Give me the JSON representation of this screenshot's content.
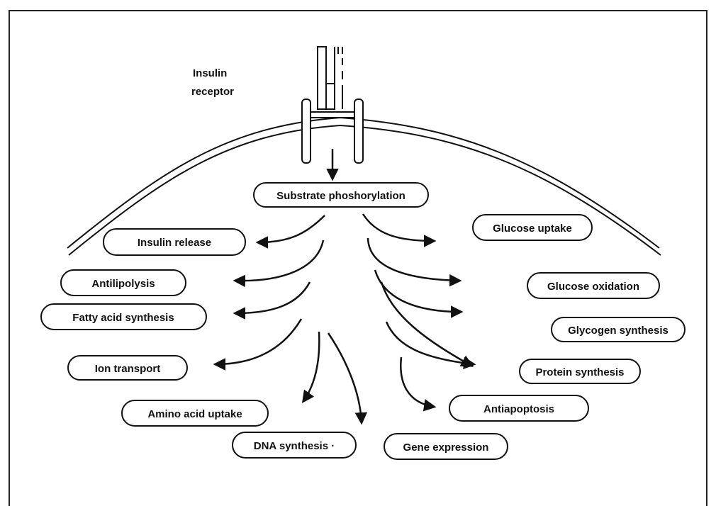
{
  "receptor_label": [
    "Insulin",
    "receptor"
  ],
  "center": "Substrate phoshorylation",
  "left_nodes": [
    "Insulin release",
    "Antilipolysis",
    "Fatty acid synthesis",
    "Ion transport",
    "Amino acid uptake",
    "DNA synthesis ·"
  ],
  "right_nodes": [
    "Glucose uptake",
    "Glucose oxidation",
    "Glycogen synthesis",
    "Protein synthesis",
    "Antiapoptosis",
    "Gene expression"
  ]
}
